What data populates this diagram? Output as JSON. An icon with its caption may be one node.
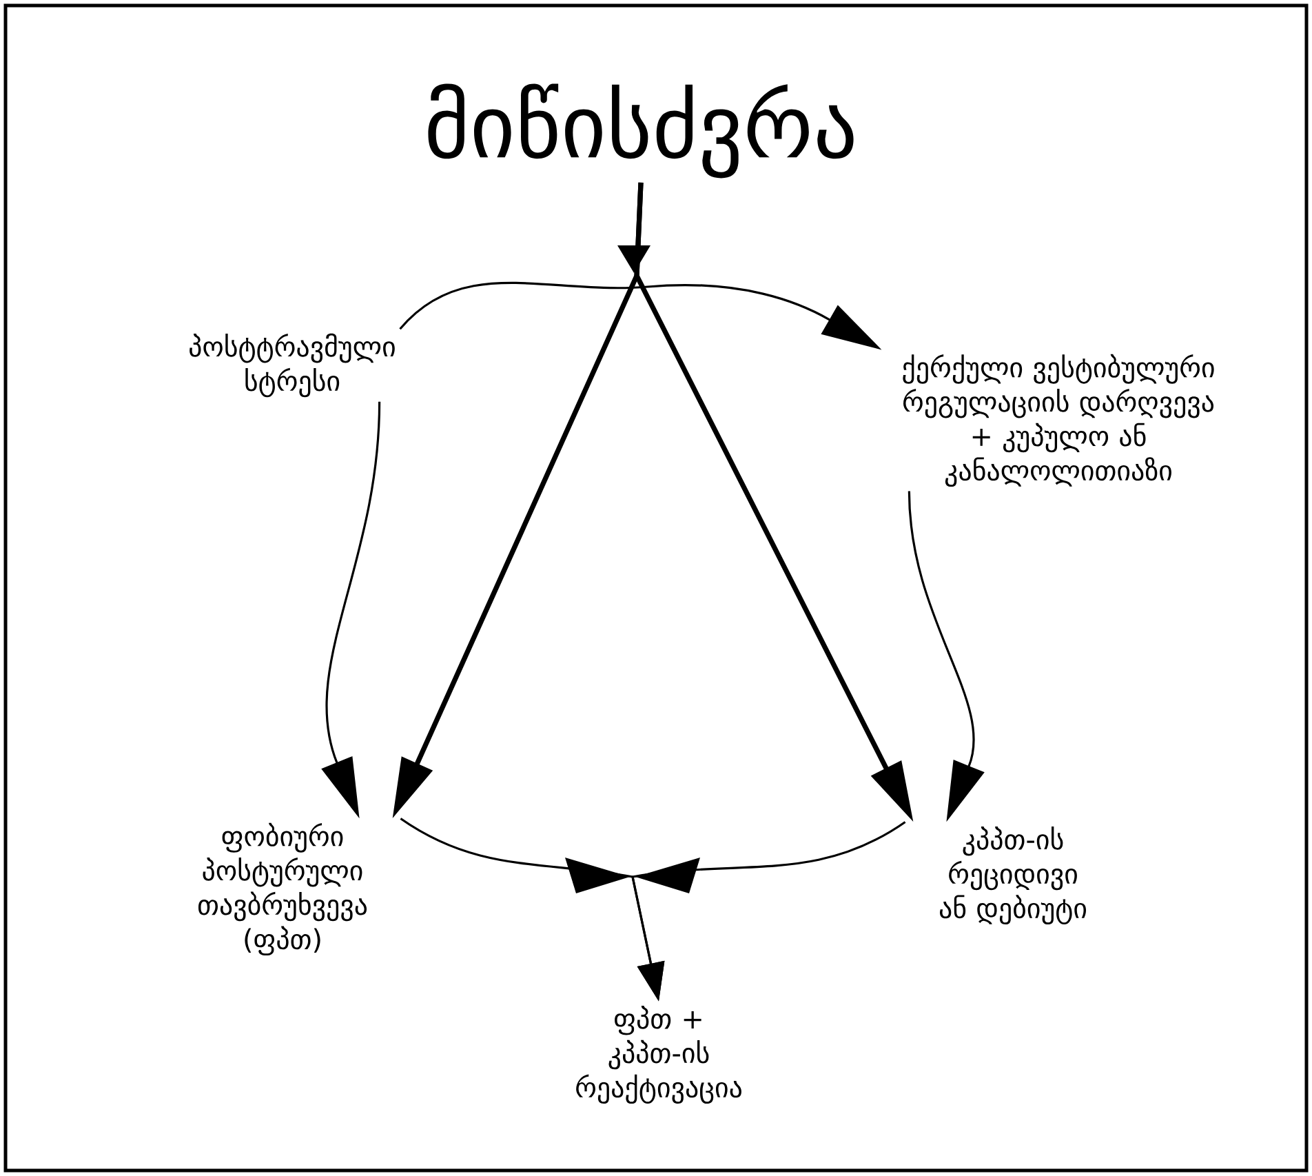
{
  "diagram": {
    "nodes": [
      {
        "text": [
          "მიწისძვრა"
        ]
      },
      {
        "text": [
          "პოსტტრავმული სტრესი"
        ]
      },
      {
        "text": [
          "ქერქული ვესტიბულური რეგულაციის დარღვევა + კუპულო ან კანალოლითიაზი"
        ]
      },
      {
        "text": [
          "ფობიური პოსტურული თავბრუხვევა (ფპთ)"
        ]
      },
      {
        "text": [
          "კპპთ-ის რეციდივი ან დებიუტი"
        ]
      },
      {
        "text": [
          "ფპთ + კპპთ-ის რეაქტივაცია"
        ]
      }
    ],
    "edges": [
      {
        "from": 0,
        "to": 3,
        "arrow": "to",
        "style": "thick"
      },
      {
        "from": 0,
        "to": 4,
        "arrow": "to",
        "style": "thick"
      },
      {
        "from": 1,
        "to": 2,
        "arrow": "to"
      },
      {
        "from": 1,
        "to": 3,
        "arrow": "to"
      },
      {
        "from": 2,
        "to": 4,
        "arrow": "to"
      },
      {
        "from": 3,
        "to": 5,
        "arrow": "to"
      },
      {
        "from": 4,
        "to": 5,
        "arrow": "to"
      }
    ]
  }
}
